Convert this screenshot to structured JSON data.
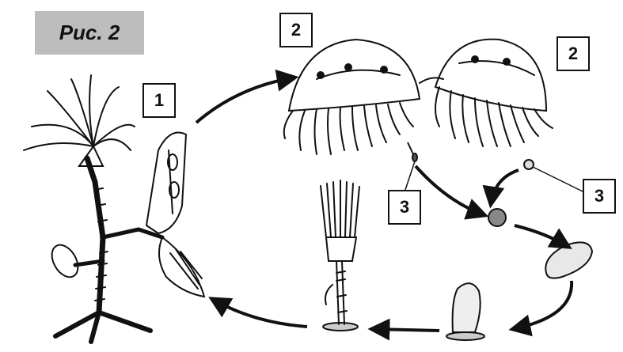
{
  "figure": {
    "caption": "Рис. 2",
    "labels": {
      "polyp_colony": "1",
      "medusa_left": "2",
      "medusa_right": "2",
      "egg_left": "3",
      "egg_right": "3"
    }
  },
  "colors": {
    "ink": "#111111",
    "caption_bg": "#bdbdbd"
  },
  "icons": [
    "polyp-colony-icon",
    "medusa-icon",
    "gamete-icon",
    "zygote-icon",
    "planula-larva-icon",
    "young-polyp-icon",
    "arrow-icon"
  ]
}
